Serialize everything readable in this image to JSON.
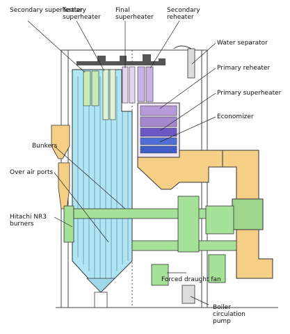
{
  "labels": {
    "secondary_superheater": "Secondary superheater",
    "tertiary_superheater": "Tertiary superheater",
    "final_superheater": "Final superheater",
    "secondary_reheater": "Secondary reheater",
    "water_separator": "Water separator",
    "primary_reheater": "Primary reheater",
    "primary_superheater": "Primary superheater",
    "economizer": "Economizer",
    "bunkers": "Bunkers",
    "over_air_ports": "Over air ports",
    "hitachi_nr3_burners": "Hitachi NR3 burners",
    "forced_draught_fan": "Forced draught fan",
    "boiler_circulation_pump": "Boiler circulation pump"
  },
  "colors": {
    "furnace": "#aee6f5",
    "superheater_green": "#c8eab8",
    "reheater_purple": "#b79ad8",
    "economizer_blue": "#4f6fd6",
    "flue_duct_orange": "#f6cf86",
    "air_duct_green": "#a6e19a",
    "structure_line": "#333333"
  }
}
